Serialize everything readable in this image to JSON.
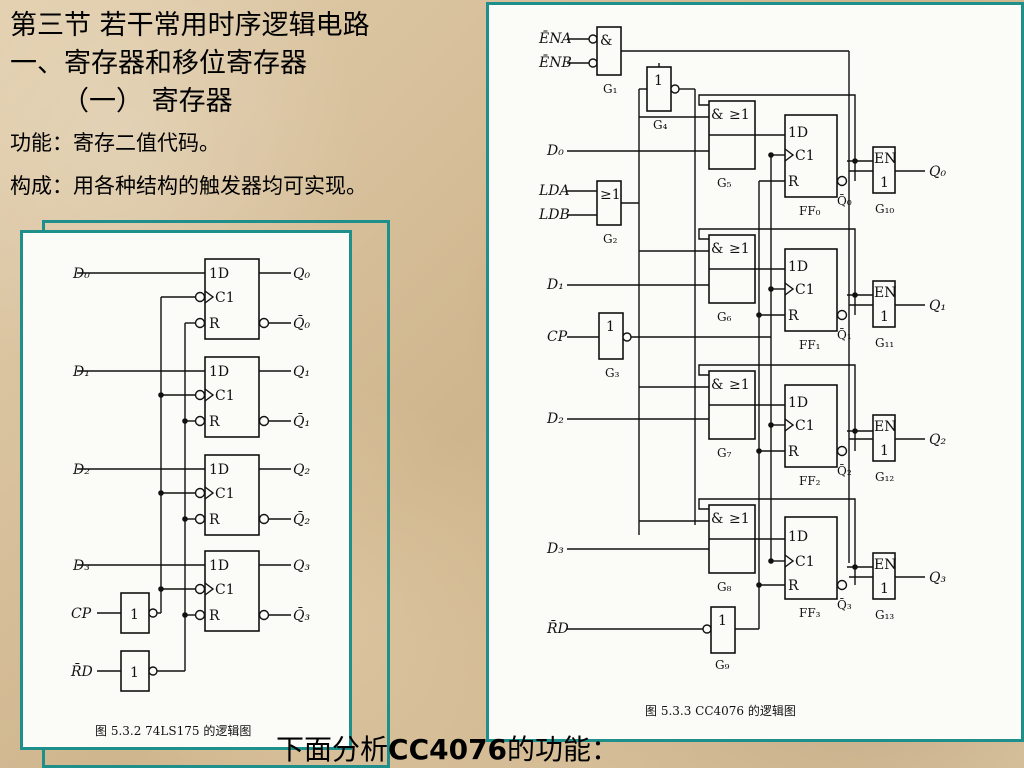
{
  "slide": {
    "heading1": "第三节   若干常用时序逻辑电路",
    "heading2": "一、寄存器和移位寄存器",
    "heading3": "（一） 寄存器",
    "function_line": "功能：寄存二值代码。",
    "structure_line": "构成：用各种结构的触发器均可实现。",
    "footer_prefix": "下面分析",
    "footer_bold": "CC4076",
    "footer_suffix": "的功能："
  },
  "left_figure": {
    "caption": "图 5.3.2   74LS175 的逻辑图",
    "inputs": [
      "D₀",
      "D₁",
      "D₂",
      "D₃"
    ],
    "cp_label": "CP",
    "rd_label": "R̄D",
    "outputs_q": [
      "Q₀",
      "Q₁",
      "Q₂",
      "Q₃"
    ],
    "outputs_qbar": [
      "Q̄₀",
      "Q̄₁",
      "Q̄₂",
      "Q̄₃"
    ],
    "ff_pins": [
      "1D",
      "C1",
      "R"
    ],
    "not_gate": "1"
  },
  "right_figure": {
    "caption": "图 5.3.3   CC4076 的逻辑图",
    "en_inputs": [
      "ĒNA",
      "ĒNB"
    ],
    "ld_inputs": [
      "LDA",
      "LDB"
    ],
    "data_inputs": [
      "D₀",
      "D₁",
      "D₂",
      "D₃"
    ],
    "cp_label": "CP",
    "rd_label": "R̄D",
    "outputs": [
      "Q₀",
      "Q₁",
      "Q₂",
      "Q₃"
    ],
    "qbar_labels": [
      "Q̄₀",
      "Q̄₁",
      "Q̄₂",
      "Q̄₃"
    ],
    "ff_names": [
      "FF₀",
      "FF₁",
      "FF₂",
      "FF₃"
    ],
    "mux_gates": [
      "G₅",
      "G₆",
      "G₇",
      "G₈"
    ],
    "tri_gates": [
      "G₁₀",
      "G₁₁",
      "G₁₂",
      "G₁₃"
    ],
    "gate_names": {
      "g1": "G₁",
      "g2": "G₂",
      "g3": "G₃",
      "g4": "G₄",
      "g9": "G₉"
    },
    "gate_symbols": {
      "and": "&",
      "or": "≥1",
      "not": "1",
      "en": "EN"
    },
    "ff_pins": [
      "1D",
      "C1",
      "R"
    ]
  }
}
